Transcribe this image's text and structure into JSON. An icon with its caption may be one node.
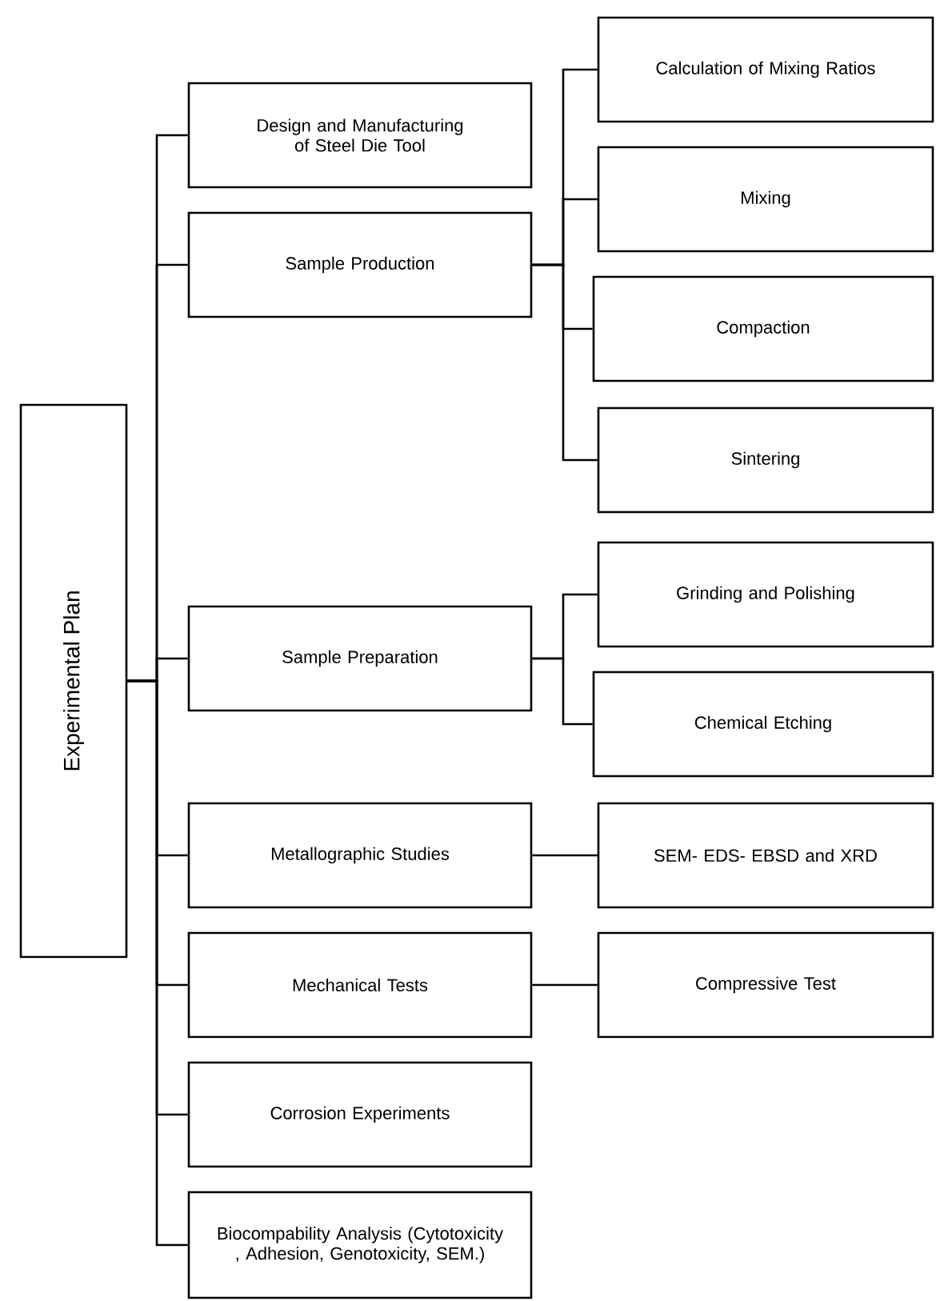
{
  "diagram": {
    "nodes": [
      {
        "text": [
          "Experimental Plan"
        ]
      },
      {
        "text": [
          "Design and Manufacturing of Steel Die Tool"
        ]
      },
      {
        "text": [
          "Sample Production"
        ]
      },
      {
        "text": [
          "Calculation of Mixing Ratios"
        ]
      },
      {
        "text": [
          "Mixing"
        ]
      },
      {
        "text": [
          "Compaction"
        ]
      },
      {
        "text": [
          "Sintering"
        ]
      },
      {
        "text": [
          "Sample Preparation"
        ]
      },
      {
        "text": [
          "Grinding and Polishing"
        ]
      },
      {
        "text": [
          "Chemical Etching"
        ]
      },
      {
        "text": [
          "Metallographic Studies"
        ]
      },
      {
        "text": [
          "SEM- EDS- EBSD and XRD"
        ]
      },
      {
        "text": [
          "Mechanical Tests"
        ]
      },
      {
        "text": [
          "Compressive Test"
        ]
      },
      {
        "text": [
          "Corrosion Experiments"
        ]
      },
      {
        "text": [
          "Biocompability Analysis (Cytotoxicity , Adhesion, Genotoxicity, SEM.)"
        ]
      }
    ],
    "edges": [
      {
        "from": 0,
        "to": 1,
        "arrow": "none"
      },
      {
        "from": 0,
        "to": 2,
        "arrow": "none"
      },
      {
        "from": 0,
        "to": 7,
        "arrow": "none"
      },
      {
        "from": 0,
        "to": 10,
        "arrow": "none"
      },
      {
        "from": 0,
        "to": 12,
        "arrow": "none"
      },
      {
        "from": 0,
        "to": 14,
        "arrow": "none"
      },
      {
        "from": 0,
        "to": 15,
        "arrow": "none"
      },
      {
        "from": 2,
        "to": 3,
        "arrow": "none"
      },
      {
        "from": 2,
        "to": 4,
        "arrow": "none"
      },
      {
        "from": 2,
        "to": 5,
        "arrow": "none"
      },
      {
        "from": 2,
        "to": 6,
        "arrow": "none"
      },
      {
        "from": 7,
        "to": 8,
        "arrow": "none"
      },
      {
        "from": 7,
        "to": 9,
        "arrow": "none"
      },
      {
        "from": 10,
        "to": 11,
        "arrow": "none"
      },
      {
        "from": 12,
        "to": 13,
        "arrow": "none"
      }
    ]
  }
}
